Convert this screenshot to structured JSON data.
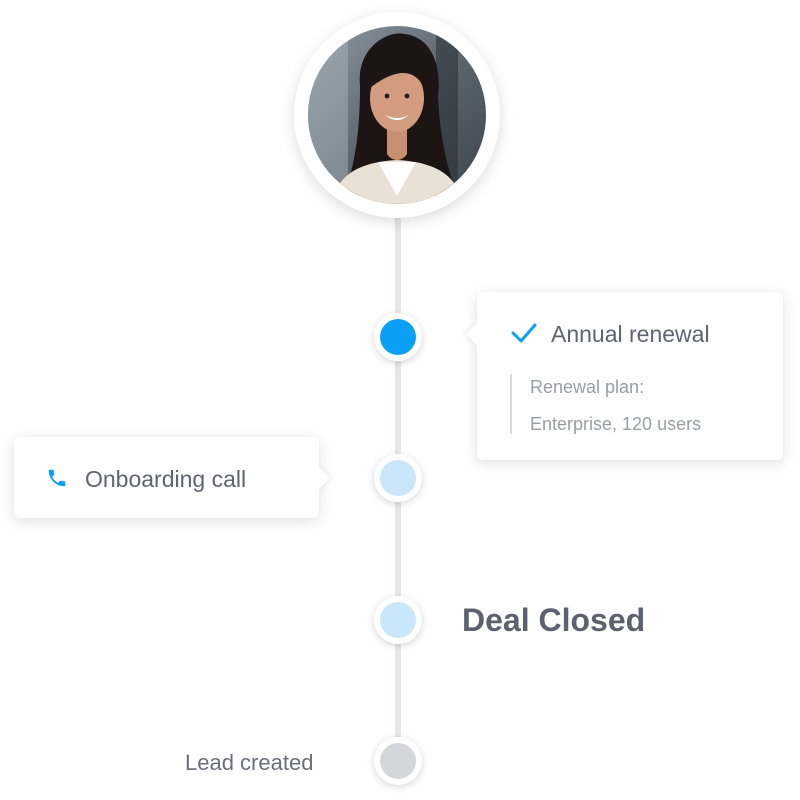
{
  "colors": {
    "active": "#0aa0f5",
    "pending": "#c9e6fb",
    "inactive": "#d5d6d9",
    "line": "#e6e7ea",
    "text": "#5f6472"
  },
  "avatar": {
    "alt": "Customer profile photo"
  },
  "timeline": {
    "events": [
      {
        "status": "active",
        "icon": "check-icon",
        "title": "Annual renewal",
        "detail_lines": [
          "Renewal plan:",
          "Enterprise, 120 users"
        ]
      },
      {
        "status": "pending",
        "icon": "phone-icon",
        "title": "Onboarding call"
      },
      {
        "status": "pending",
        "title": "Deal Closed"
      },
      {
        "status": "inactive",
        "title": "Lead created"
      }
    ]
  }
}
